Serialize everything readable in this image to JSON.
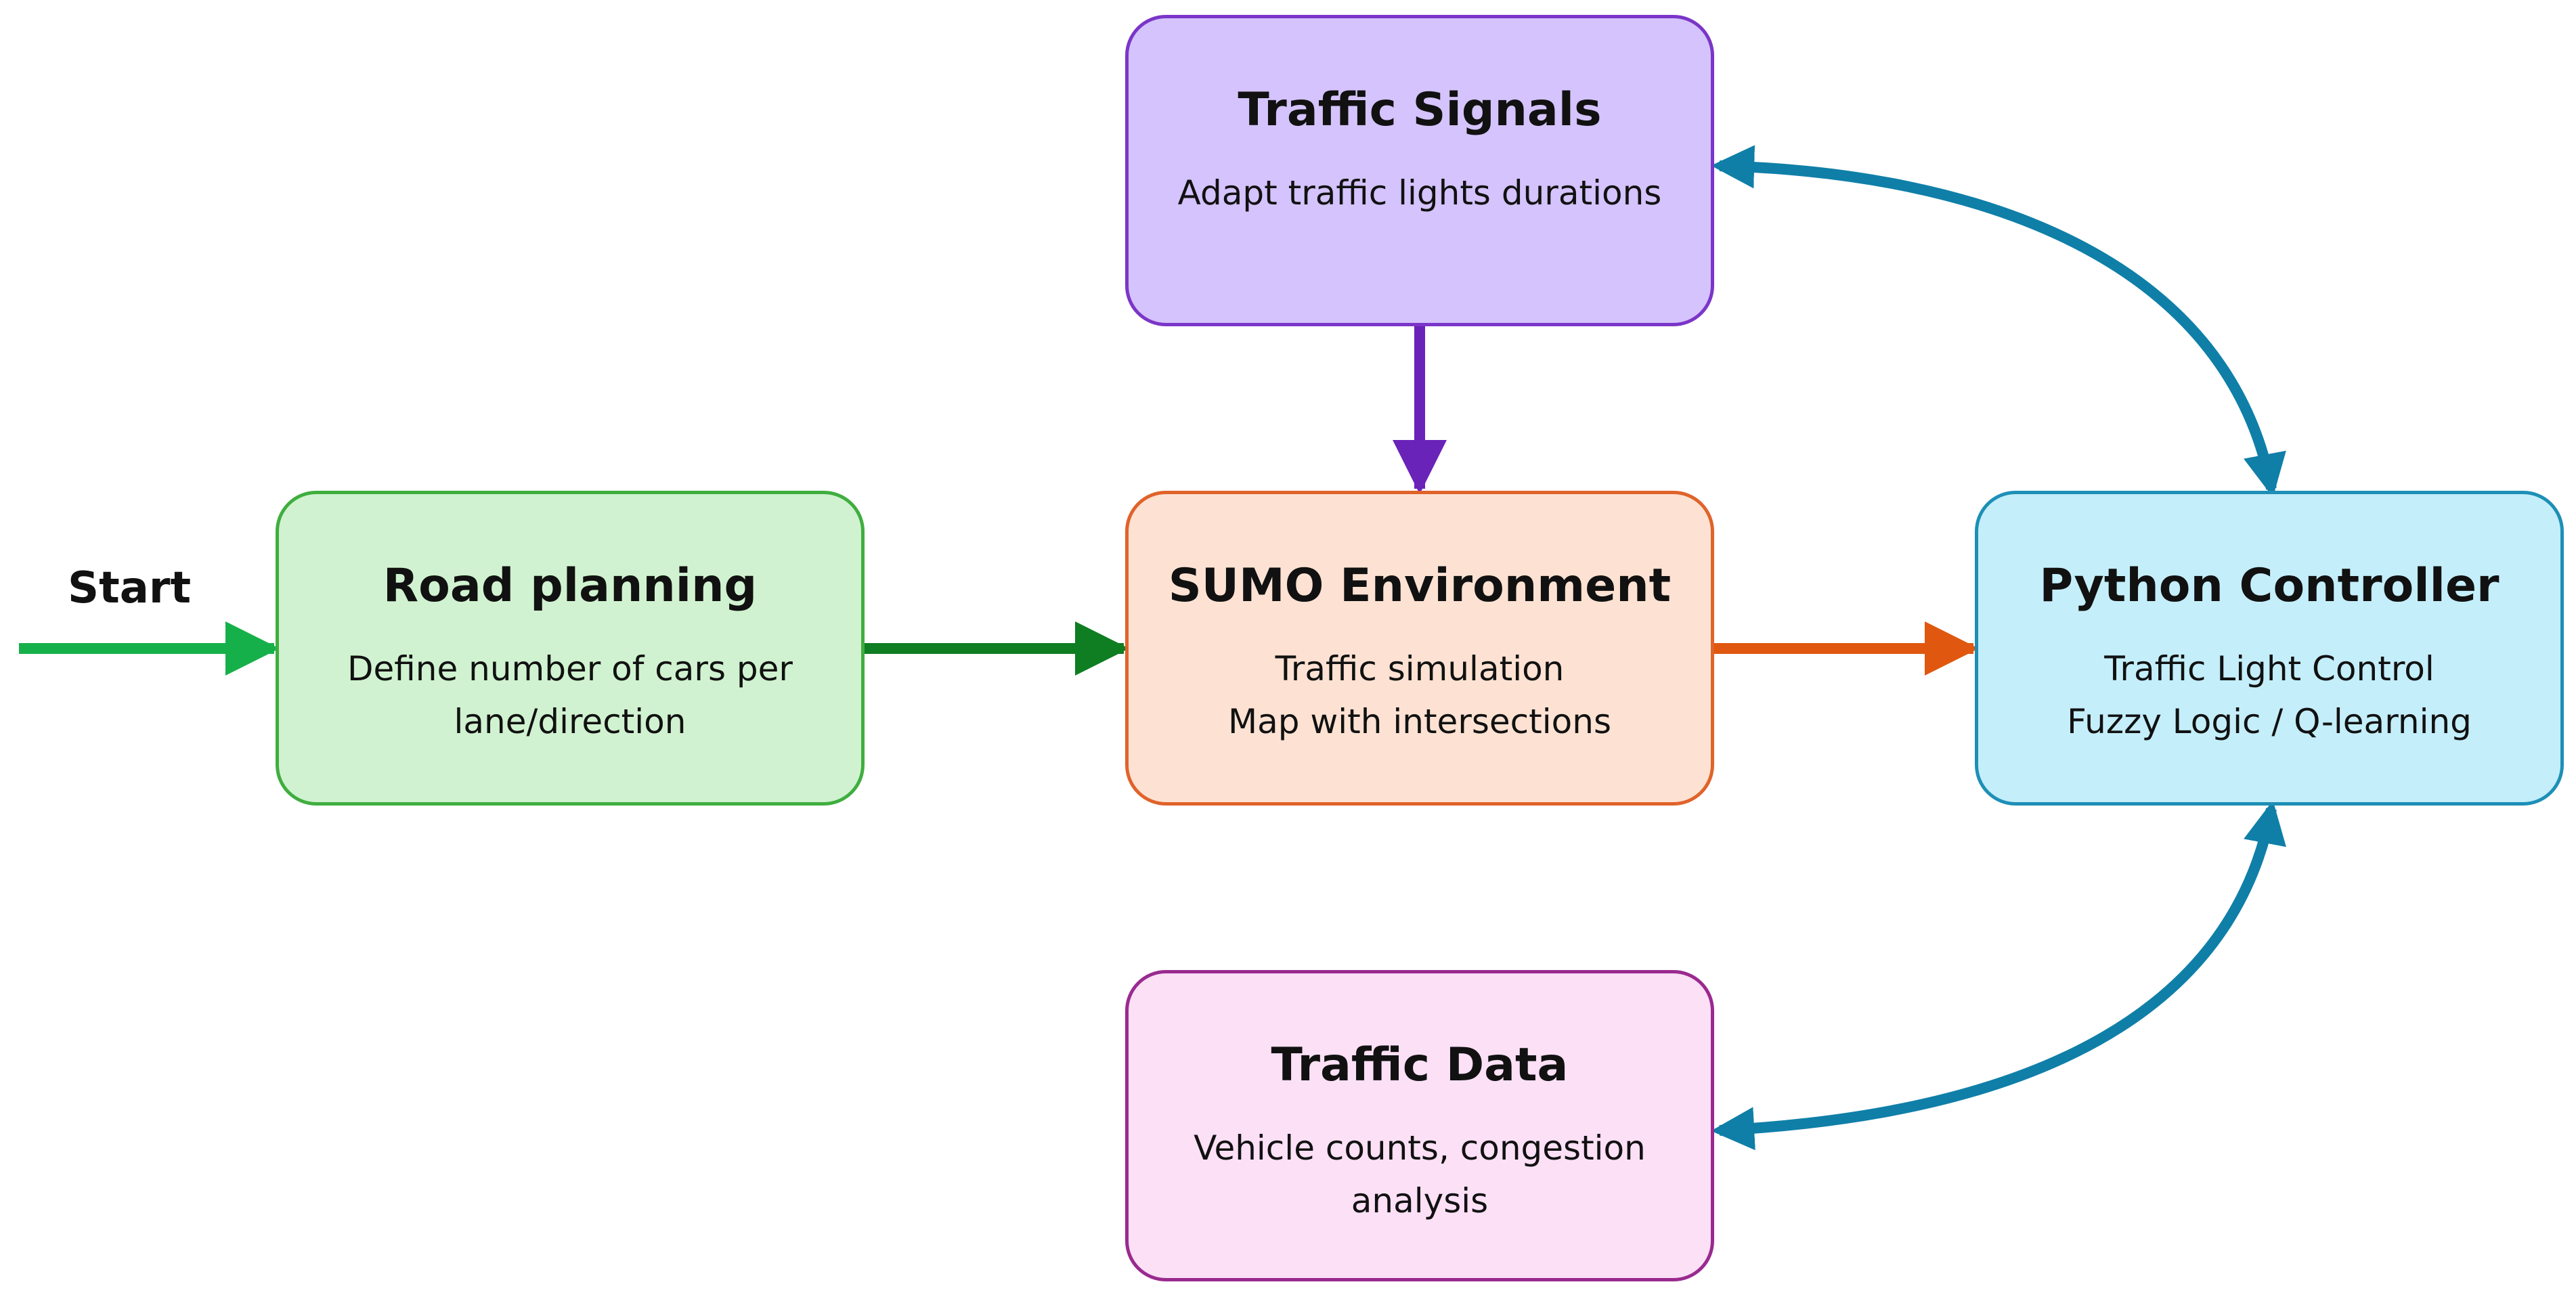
{
  "diagram": {
    "start_label": "Start",
    "nodes": [
      {
        "id": "road-planning",
        "title": "Road planning",
        "lines": [
          "Define number of cars per",
          "lane/direction"
        ],
        "fill": "#d0f2d0",
        "border": "#3fae3f"
      },
      {
        "id": "sumo-environment",
        "title": "SUMO Environment",
        "lines": [
          "Traffic simulation",
          "Map with intersections"
        ],
        "fill": "#fde2d3",
        "border": "#e0632a"
      },
      {
        "id": "python-controller",
        "title": "Python Controller",
        "lines": [
          "Traffic Light Control",
          "Fuzzy Logic / Q-learning"
        ],
        "fill": "#c4eefa",
        "border": "#1e8fb6"
      },
      {
        "id": "traffic-signals",
        "title": "Traffic Signals",
        "lines": [
          "Adapt traffic lights durations"
        ],
        "fill": "#d4c3fc",
        "border": "#7b35c8"
      },
      {
        "id": "traffic-data",
        "title": "Traffic Data",
        "lines": [
          "Vehicle counts, congestion",
          "analysis"
        ],
        "fill": "#fbe0f6",
        "border": "#9a2a8f"
      }
    ],
    "edges": [
      {
        "from": "start",
        "to": "road-planning",
        "color": "#16b04a",
        "style": "straight"
      },
      {
        "from": "road-planning",
        "to": "sumo-environment",
        "color": "#0f7d22",
        "style": "straight"
      },
      {
        "from": "sumo-environment",
        "to": "python-controller",
        "color": "#e0570f",
        "style": "straight"
      },
      {
        "from": "traffic-signals",
        "to": "sumo-environment",
        "color": "#6a23b8",
        "style": "straight"
      },
      {
        "from": "traffic-signals",
        "to": "python-controller",
        "color": "#0f7fa8",
        "style": "curved-bidirectional"
      },
      {
        "from": "python-controller",
        "to": "traffic-data",
        "color": "#0f7fa8",
        "style": "curved-bidirectional"
      }
    ]
  }
}
